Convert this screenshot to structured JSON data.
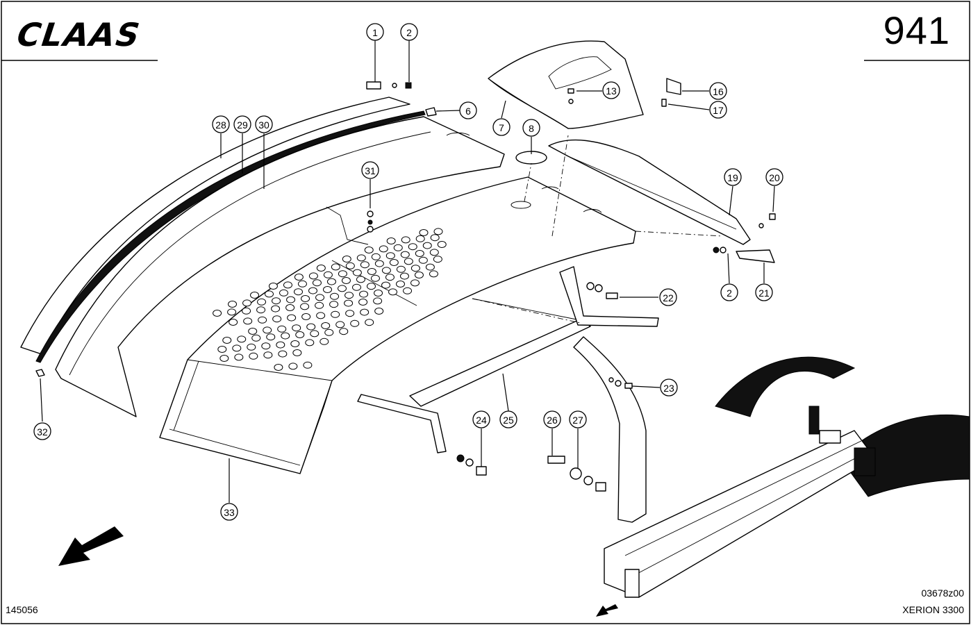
{
  "header": {
    "brand": "CLAAS",
    "page_number": "941"
  },
  "footer": {
    "doc_id": "145056",
    "drawing_code": "03678z00",
    "model": "XERION 3300"
  },
  "callouts": [
    {
      "label": "1"
    },
    {
      "label": "2"
    },
    {
      "label": "6"
    },
    {
      "label": "7"
    },
    {
      "label": "8"
    },
    {
      "label": "13"
    },
    {
      "label": "16"
    },
    {
      "label": "17"
    },
    {
      "label": "19"
    },
    {
      "label": "20"
    },
    {
      "label": "2"
    },
    {
      "label": "21"
    },
    {
      "label": "22"
    },
    {
      "label": "23"
    },
    {
      "label": "24"
    },
    {
      "label": "25"
    },
    {
      "label": "26"
    },
    {
      "label": "27"
    },
    {
      "label": "28"
    },
    {
      "label": "29"
    },
    {
      "label": "30"
    },
    {
      "label": "31"
    },
    {
      "label": "32"
    },
    {
      "label": "33"
    }
  ],
  "icons": {
    "direction_arrow_large": "arrow-down-left-icon",
    "direction_arrow_small": "arrow-down-left-icon"
  },
  "colors": {
    "line": "#000000",
    "background": "#ffffff"
  }
}
